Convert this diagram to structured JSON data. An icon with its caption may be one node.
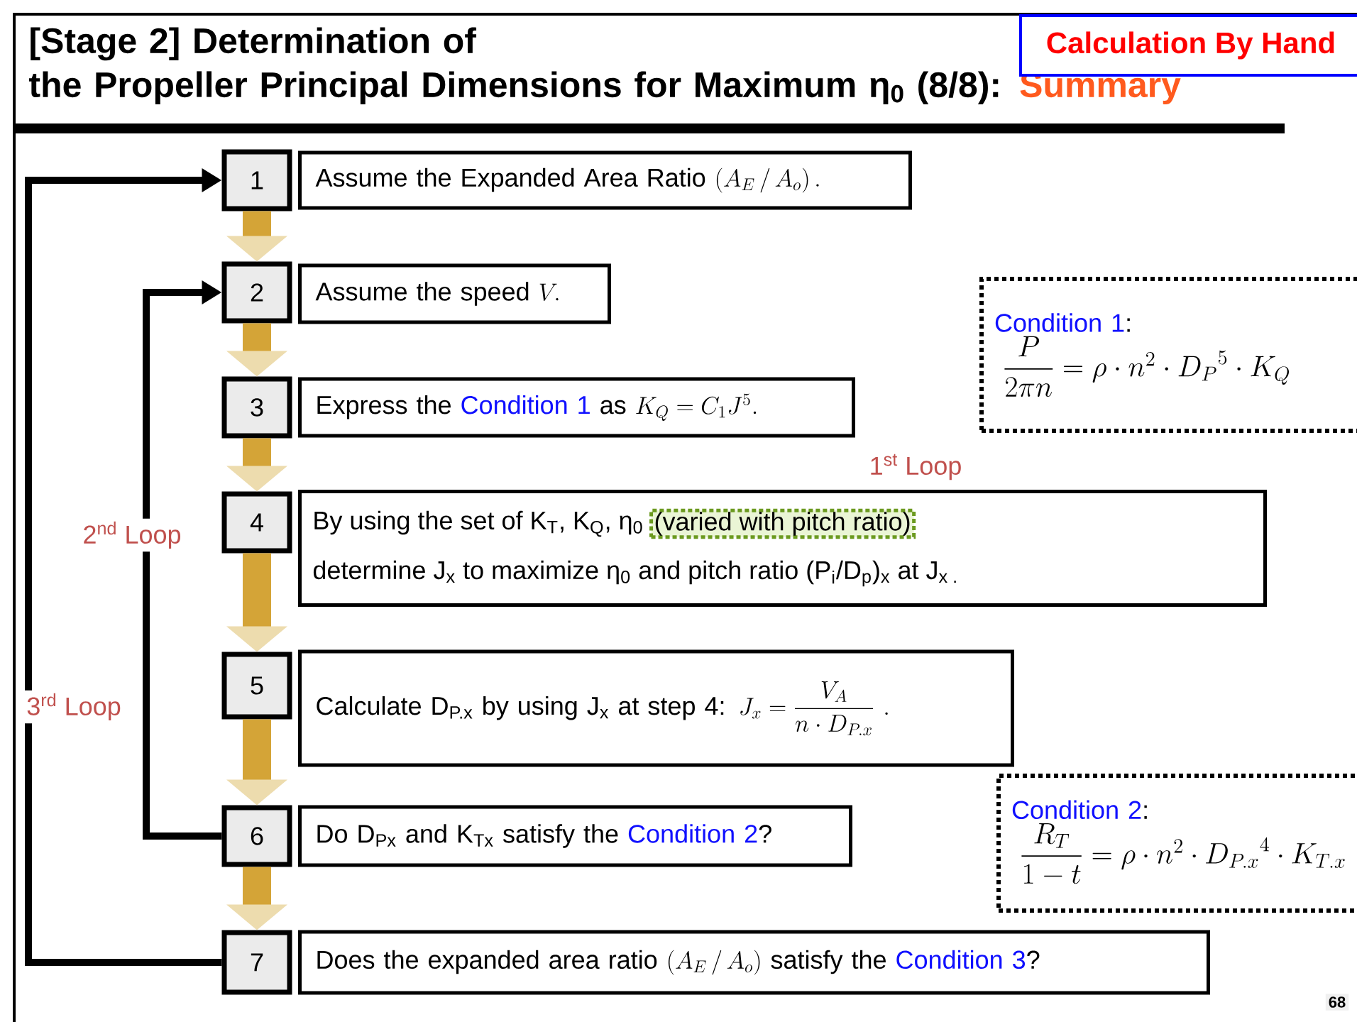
{
  "diagram": {
    "title": "[Stage 2] Determination of the Propeller Principal Dimensions for Maximum η$_{0}$ (8/8):",
    "nodes": [
      {
        "text": [
          "1"
        ]
      },
      {
        "text": [
          "2"
        ]
      },
      {
        "text": [
          "3"
        ]
      },
      {
        "text": [
          "4"
        ]
      },
      {
        "text": [
          "5"
        ]
      },
      {
        "text": [
          "6"
        ]
      },
      {
        "text": [
          "7"
        ]
      },
      {
        "text": [
          "Assume the Expanded Area Ratio",
          "\\left(A_E\\,/\\,A_o\\right)."
        ]
      },
      {
        "text": [
          "Assume the speed",
          "V."
        ]
      },
      {
        "text": [
          "Express the",
          "Condition 1",
          "as",
          "K_Q = C_1 J^5."
        ]
      },
      {
        "text": [
          "By using the set of K$_{T}$, K$_{Q}$, η$_{0}$",
          "determine J$_{x}$ to maximize η$_{0}$ and pitch ratio (P$_{i}$/D$_{p}$)$_{x}$ at J$_{x .}$"
        ]
      },
      {
        "text": [
          "(varied with pitch ratio)"
        ],
        "in": 10
      },
      {
        "text": [
          "Calculate D$_{P.x}$ by using J$_{x}$ at step 4:",
          "J_x = \\dfrac{V_A}{n \\cdot D_{P.x}}\\ ."
        ]
      },
      {
        "text": [
          "Do D$_{Px}$ and K$_{Tx}$ satisfy the",
          "Condition 2",
          "?"
        ]
      },
      {
        "text": [
          "Does the expanded area ratio",
          "\\left(A_E\\,/\\,A_o\\right)",
          "satisfy the",
          "Condition 3",
          "?"
        ]
      },
      {
        "text": [
          "Condition 1",
          ":",
          "\\dfrac{P}{2\\pi n} = \\rho \\cdot n^2 \\cdot {D_P}^5 \\cdot K_Q"
        ]
      },
      {
        "text": [
          "Condition 2",
          ":",
          "\\dfrac{R_T}{1-t} = \\rho \\cdot n^2 \\cdot {D_{P.x}}^4 \\cdot K_{T.x}"
        ]
      },
      {
        "text": [
          "Calculation By Hand"
        ]
      }
    ],
    "edges": [
      {
        "from": 0,
        "to": 1,
        "arrow": "to"
      },
      {
        "from": 1,
        "to": 2,
        "arrow": "to"
      },
      {
        "from": 2,
        "to": 3,
        "arrow": "to"
      },
      {
        "from": 3,
        "to": 4,
        "arrow": "to"
      },
      {
        "from": 4,
        "to": 5,
        "arrow": "to"
      },
      {
        "from": 5,
        "to": 6,
        "arrow": "to"
      },
      {
        "from": 6,
        "to": 0,
        "arrow": "to",
        "label": "3$^{rd}$ Loop",
        "color": "#000000"
      },
      {
        "from": 5,
        "to": 1,
        "arrow": "to",
        "label": "2$^{nd}$ Loop",
        "color": "#000000"
      }
    ],
    "labels": [
      "Summary",
      "1$^{st}$ Loop",
      "68"
    ]
  }
}
